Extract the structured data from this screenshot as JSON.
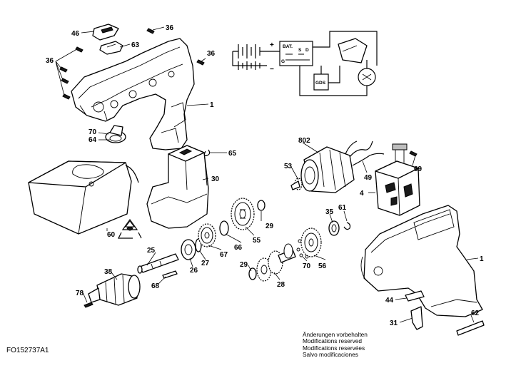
{
  "part_labels": {
    "p46": "46",
    "p36a": "36",
    "p63": "63",
    "p36b": "36",
    "p36c": "36",
    "p1a": "1",
    "p70a": "70",
    "p64": "64",
    "p65": "65",
    "p30": "30",
    "p60": "60",
    "p802": "802",
    "p53": "53",
    "p49": "49",
    "p69": "69",
    "p4": "4",
    "p29a": "29",
    "p55": "55",
    "p35": "35",
    "p61": "61",
    "p25": "25",
    "p66": "66",
    "p67": "67",
    "p27": "27",
    "p26": "26",
    "p38": "38",
    "p68": "68",
    "p78": "78",
    "p29b": "29",
    "p28": "28",
    "p70b": "70",
    "p56": "56",
    "p1b": "1",
    "p44": "44",
    "p31": "31",
    "p62": "62"
  },
  "schematic": {
    "plus": "+",
    "minus": "−",
    "bat": "BAT.",
    "s": "S",
    "d": "D",
    "g": "G",
    "gds": "GDS"
  },
  "notes": [
    "Änderungen vorbehalten",
    "Modifications reserved",
    "Modifications reservées",
    "Salvo modificaciones"
  ],
  "document_id": "FO152737A1"
}
